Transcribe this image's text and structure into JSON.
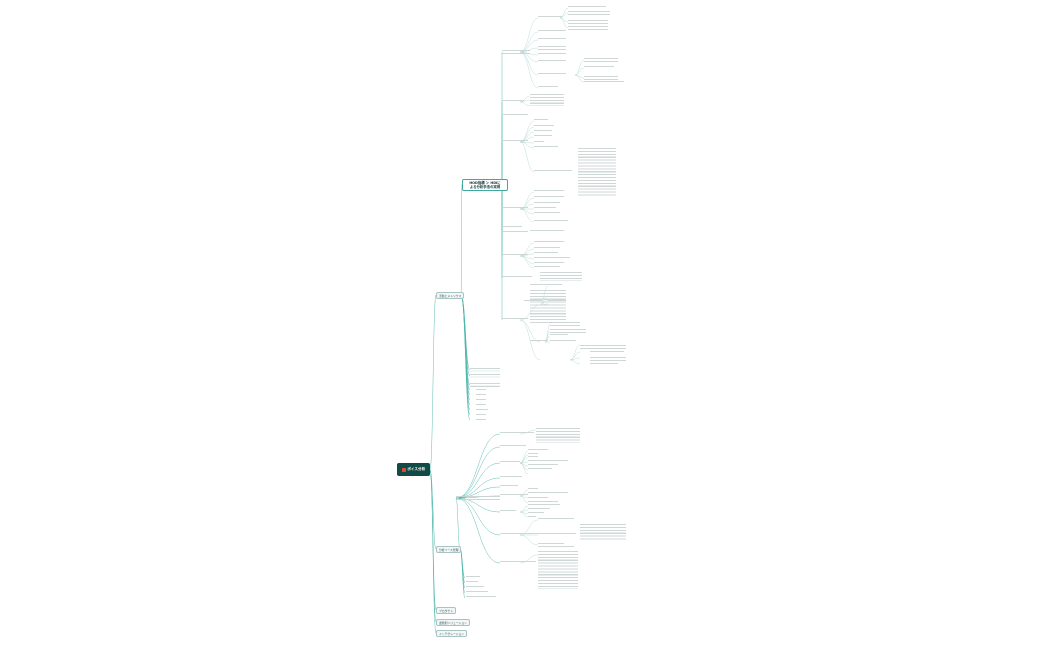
{
  "root": {
    "label": "ボイス分析"
  },
  "branches": [
    {
      "id": "b1",
      "label": "活動とメトリクス"
    },
    {
      "id": "b2",
      "label": "分析ソース管理"
    },
    {
      "id": "b3",
      "label": "プロダクト"
    },
    {
      "id": "b4",
      "label": "課題別ソリューション"
    },
    {
      "id": "b5",
      "label": "インテグレーション"
    }
  ],
  "topic_box": {
    "label": "HOD指標 ＞ HDIに\nよる分析手法の実現"
  },
  "colors": {
    "line": "#4db6ac",
    "root_bg": "#124a45",
    "accent": "#e2453b"
  }
}
